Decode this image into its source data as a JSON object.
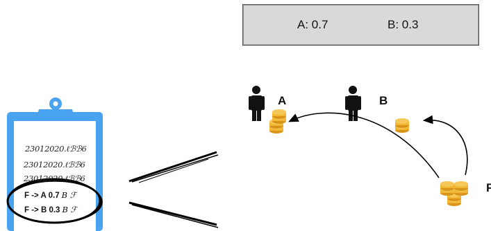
{
  "summary": {
    "a_share": "A: 0.7",
    "b_share": "B: 0.3"
  },
  "people": [
    {
      "label": "A"
    },
    {
      "label": "B"
    }
  ],
  "source_label_partial": "F",
  "clipboard": {
    "scribble_lines": [
      "23012020.ℓℬℬ6",
      "23012020.ℓℬℬ6",
      "23012020.ℓℬℬ6"
    ],
    "entries": [
      {
        "text": "F -> A 0.7",
        "symbol": "B ℱ"
      },
      {
        "text": "F -> B 0.3",
        "symbol": "B ℱ"
      }
    ]
  },
  "colors": {
    "clipboard_blue": "#4aa3f0",
    "coin_gold": "#f2b633",
    "coin_shade": "#d9951a",
    "summary_fill": "#d9d9d9"
  },
  "icons": [
    "person-icon",
    "coin-stack-icon",
    "clipboard-icon"
  ]
}
